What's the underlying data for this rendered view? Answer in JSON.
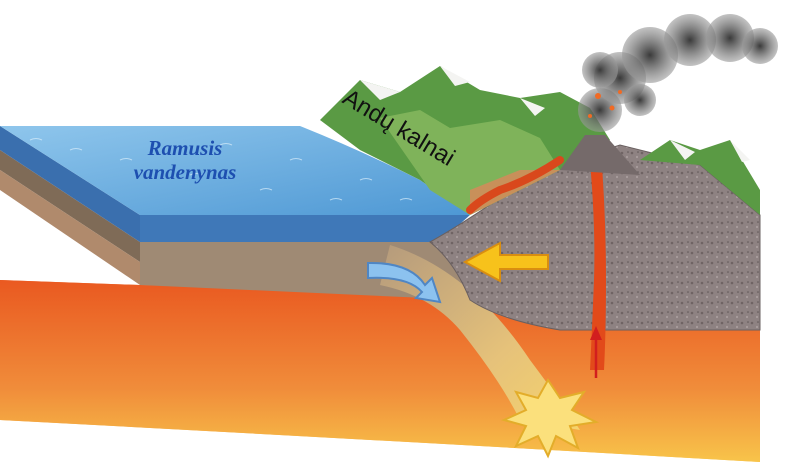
{
  "labels": {
    "ocean_line1": "Ramusis",
    "ocean_line2": "vandenynas",
    "mountains": "Andų kalnai"
  },
  "icons": {
    "plate_motion_left": "yellow-arrow-left-icon",
    "subduction_motion": "blue-curved-arrow-icon",
    "magma_rise": "red-arrow-up-icon",
    "melting_zone": "starburst-icon"
  },
  "colors": {
    "ocean": "#5aa6dc",
    "ocean_crust": "#9a8670",
    "mantle": "#ef7a2c",
    "continental_crust": "#8c7f7f",
    "magma": "#e24a1a",
    "arrow_yellow": "#f7c21b",
    "arrow_blue": "#7fb8ea",
    "ash_cloud": "#5c5c5c",
    "mountain_green": "#4f9a3f"
  }
}
